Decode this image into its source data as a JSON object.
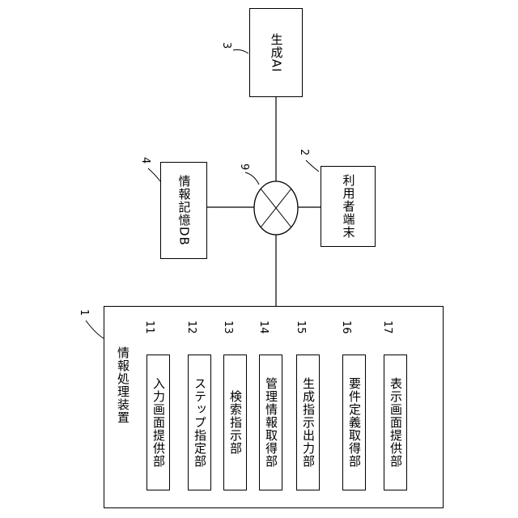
{
  "generative_ai": {
    "label": "生成AI",
    "ref": "3"
  },
  "info_db": {
    "label": "情報記憶DB",
    "ref": "4"
  },
  "network": {
    "ref": "9"
  },
  "user_terminal": {
    "label": "利用者端末",
    "ref": "2"
  },
  "info_device": {
    "label": "情報処理装置",
    "ref": "1",
    "units": [
      {
        "label": "入力画面提供部",
        "ref": "11"
      },
      {
        "label": "ステップ指定部",
        "ref": "12"
      },
      {
        "label": "検索指示部",
        "ref": "13"
      },
      {
        "label": "管理情報取得部",
        "ref": "14"
      },
      {
        "label": "生成指示出力部",
        "ref": "15"
      },
      {
        "label": "要件定義取得部",
        "ref": "16"
      },
      {
        "label": "表示画面提供部",
        "ref": "17"
      }
    ]
  }
}
